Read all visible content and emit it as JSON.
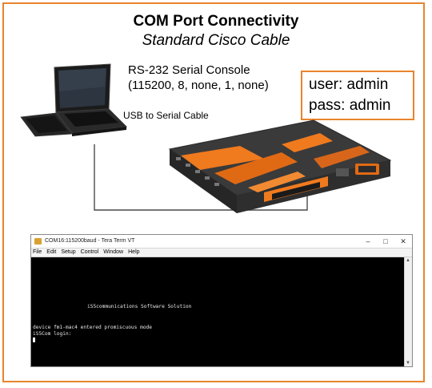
{
  "title": "COM Port Connectivity",
  "subtitle": "Standard Cisco Cable",
  "console": {
    "line1": "RS-232 Serial Console",
    "line2": "(115200, 8, none, 1, none)"
  },
  "credentials": {
    "user": "user: admin",
    "pass": "pass: admin"
  },
  "cable_label": "USB to Serial Cable",
  "terminal": {
    "window_title": "COM16:115200baud - Tera Term VT",
    "menu": [
      "File",
      "Edit",
      "Setup",
      "Control",
      "Window",
      "Help"
    ],
    "lines": [
      "iS5communications Software Solution",
      "device fm1-mac4 entered promiscuous mode",
      "iS5Com login:"
    ]
  },
  "colors": {
    "border": "#e8842c",
    "device_body": "#3a3a3a",
    "device_accent": "#f07a1e"
  },
  "icons": {
    "laptop": "laptop-icon",
    "device": "network-appliance-icon"
  }
}
